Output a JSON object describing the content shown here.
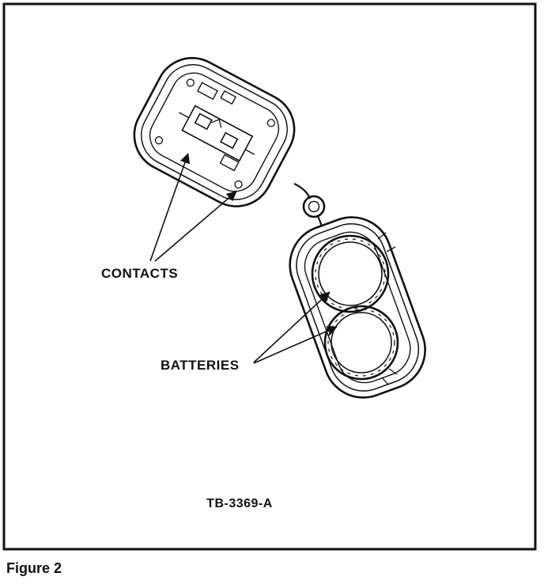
{
  "figure": {
    "caption": "Figure 2",
    "drawing_code": "TB-3369-A",
    "labels": {
      "contacts": "CONTACTS",
      "batteries": "BATTERIES"
    },
    "colors": {
      "line": "#111111",
      "background": "#ffffff"
    }
  }
}
